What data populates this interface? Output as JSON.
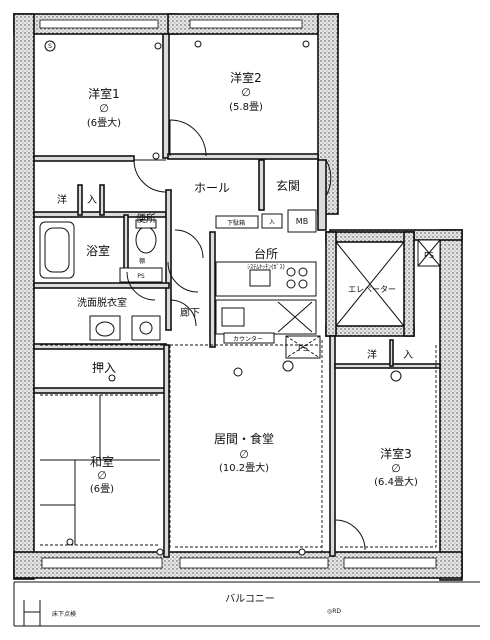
{
  "rooms": {
    "yoshitsu1": {
      "name": "洋室1",
      "symbol": "∅",
      "size": "(6畳大)"
    },
    "yoshitsu2": {
      "name": "洋室2",
      "symbol": "∅",
      "size": "(5.8畳)"
    },
    "yoshitsu3": {
      "name": "洋室3",
      "symbol": "∅",
      "size": "(6.4畳大)"
    },
    "living": {
      "name": "居間・食堂",
      "symbol": "∅",
      "size": "(10.2畳大)"
    },
    "washitsu": {
      "name": "和室",
      "symbol": "∅",
      "size": "(6畳)"
    },
    "hall": "ホール",
    "genkan": "玄関",
    "daidokoro": "台所",
    "benjo": "便所",
    "yokushitsu": "浴室",
    "senmen": "洗面脱衣室",
    "oshiire": "押入",
    "roka": "廊下",
    "elevator": "エレベーター",
    "balcony": "バルコニー"
  },
  "storage": {
    "closet1": [
      "洋",
      "入"
    ],
    "closet3": [
      "洋",
      "入"
    ],
    "shoe": "入",
    "mb": "MB",
    "ps_top": "PS",
    "ps_mid": "PS",
    "ps_small": "PS"
  },
  "small_labels": {
    "kitchen_unit": "ｼｽﾃﾑｷｯﾁﾝ(ｶﾞｽ)",
    "counter": "カウンター",
    "kaban": "下駄箱",
    "yuka_dan": "床下点検",
    "tanamen": "棚",
    "rd": "◎RD",
    "s": "S"
  }
}
